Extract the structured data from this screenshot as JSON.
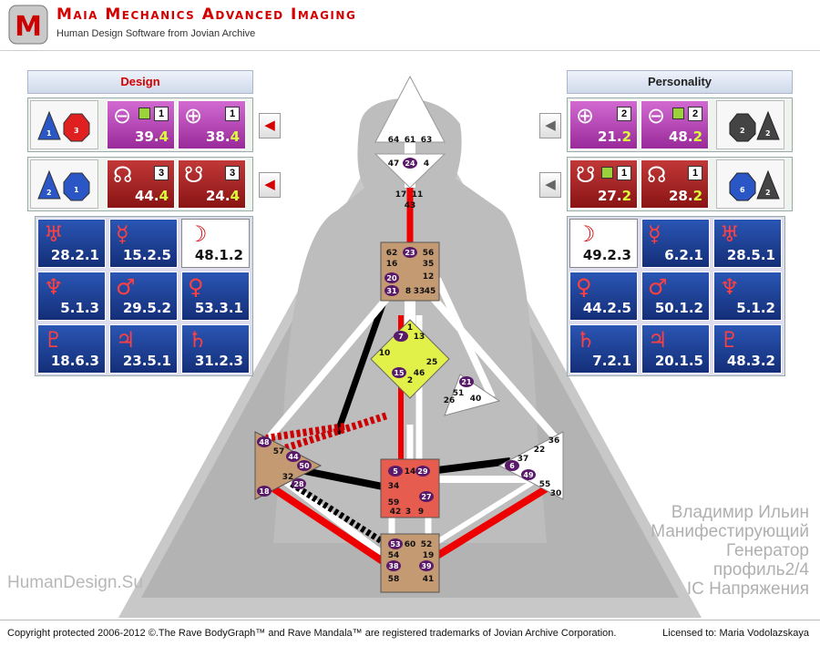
{
  "header": {
    "app_title": "Maia Mechanics Advanced Imaging",
    "subtitle": "Human Design Software from Jovian Archive"
  },
  "design": {
    "heading": "Design",
    "profile_row1": [
      "1",
      "3"
    ],
    "profile_row2": [
      "2",
      "1"
    ],
    "nodes_row1": [
      {
        "glyph": "⊖",
        "value": "39.",
        "line": "4",
        "box": "1"
      },
      {
        "glyph": "⊕",
        "value": "38.",
        "line": "4",
        "box": "1"
      }
    ],
    "nodes_row2": [
      {
        "glyph": "☊",
        "value": "44.",
        "line": "4",
        "box": "3"
      },
      {
        "glyph": "☋",
        "value": "24.",
        "line": "4",
        "box": "3"
      }
    ],
    "planets": [
      {
        "glyph": "♅",
        "value": "28.2.1",
        "color": "blue"
      },
      {
        "glyph": "☿",
        "value": "15.2.5",
        "color": "blue"
      },
      {
        "glyph": "☽",
        "value": "48.1.2",
        "color": "white"
      },
      {
        "glyph": "♆",
        "value": "5.1.3",
        "color": "blue"
      },
      {
        "glyph": "♂",
        "value": "29.5.2",
        "color": "blue"
      },
      {
        "glyph": "♀",
        "value": "53.3.1",
        "color": "blue"
      },
      {
        "glyph": "♇",
        "value": "18.6.3",
        "color": "blue"
      },
      {
        "glyph": "♃",
        "value": "23.5.1",
        "color": "blue"
      },
      {
        "glyph": "♄",
        "value": "31.2.3",
        "color": "blue"
      }
    ]
  },
  "personality": {
    "heading": "Personality",
    "profile_row1": [
      "2",
      "2"
    ],
    "profile_row2": [
      "6",
      "2"
    ],
    "nodes_row1": [
      {
        "glyph": "⊕",
        "value": "21.",
        "line": "2",
        "box": "2"
      },
      {
        "glyph": "⊖",
        "value": "48.",
        "line": "2",
        "box": "2"
      }
    ],
    "nodes_row2": [
      {
        "glyph": "☋",
        "value": "27.",
        "line": "2",
        "box": "1"
      },
      {
        "glyph": "☊",
        "value": "28.",
        "line": "2",
        "box": "1"
      }
    ],
    "planets": [
      {
        "glyph": "☽",
        "value": "49.2.3",
        "color": "white"
      },
      {
        "glyph": "☿",
        "value": "6.2.1",
        "color": "blue"
      },
      {
        "glyph": "♅",
        "value": "28.5.1",
        "color": "blue"
      },
      {
        "glyph": "♀",
        "value": "44.2.5",
        "color": "blue"
      },
      {
        "glyph": "♂",
        "value": "50.1.2",
        "color": "blue"
      },
      {
        "glyph": "♆",
        "value": "5.1.2",
        "color": "blue"
      },
      {
        "glyph": "♄",
        "value": "7.2.1",
        "color": "blue"
      },
      {
        "glyph": "♃",
        "value": "20.1.5",
        "color": "blue"
      },
      {
        "glyph": "♇",
        "value": "48.3.2",
        "color": "blue"
      }
    ]
  },
  "bodygraph": {
    "head_gates": [
      "64",
      "61",
      "63"
    ],
    "ajna_gates": [
      "47",
      "24",
      "4"
    ],
    "throat_gates": [
      "17",
      "11",
      "43",
      "62",
      "23",
      "56",
      "16",
      "35",
      "20",
      "12",
      "31",
      "8",
      "33",
      "45"
    ],
    "g_gates": [
      "1",
      "7",
      "13",
      "10",
      "25",
      "15",
      "46",
      "2"
    ],
    "heart_gates": [
      "21",
      "51",
      "26",
      "40"
    ],
    "spleen_gates": [
      "48",
      "57",
      "44",
      "50",
      "32",
      "28",
      "18"
    ],
    "sacral_gates": [
      "5",
      "14",
      "29",
      "34",
      "27",
      "59",
      "42",
      "3",
      "9"
    ],
    "solar_gates": [
      "36",
      "22",
      "37",
      "6",
      "49",
      "55",
      "30"
    ],
    "root_gates": [
      "53",
      "60",
      "52",
      "54",
      "19",
      "38",
      "39",
      "58",
      "41"
    ]
  },
  "person": {
    "name": "Владимир Ильин",
    "type_line1": "Манифестирующий",
    "type_line2": "Генератор",
    "profile": "профиль2/4",
    "cross": "IC Напряжения"
  },
  "watermark": "HumanDesign.Su",
  "footer": {
    "copyright": "Copyright protected 2006-2012 ©.The Rave BodyGraph™ and Rave Mandala™ are registered trademarks of Jovian Archive Corporation.",
    "license": "Licensed to: Maria Vodolazskaya"
  },
  "colors": {
    "design_red": "#d40000",
    "purple": "#b04ab0",
    "blue": "#1e3f96",
    "lime": "#d8ff3a"
  }
}
